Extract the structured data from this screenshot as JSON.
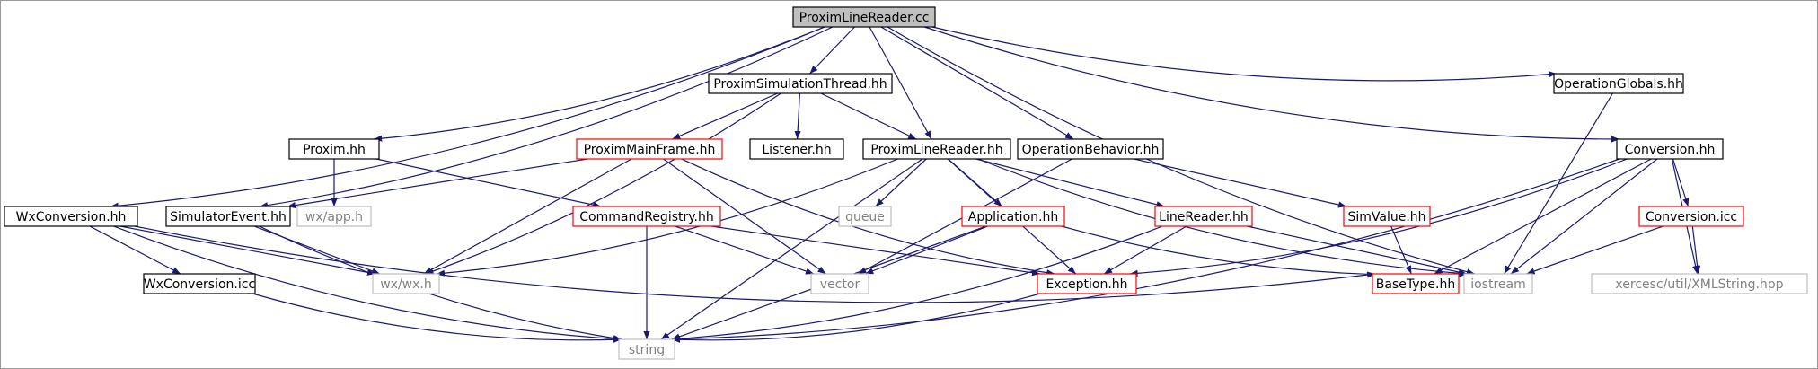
{
  "graph": {
    "nodes": [
      {
        "id": "root",
        "label": "ProximLineReader.cc",
        "style": "root"
      },
      {
        "id": "pst",
        "label": "ProximSimulationThread.hh",
        "style": "black"
      },
      {
        "id": "og",
        "label": "OperationGlobals.hh",
        "style": "black"
      },
      {
        "id": "proxim",
        "label": "Proxim.hh",
        "style": "black"
      },
      {
        "id": "pmf",
        "label": "ProximMainFrame.hh",
        "style": "red"
      },
      {
        "id": "listener",
        "label": "Listener.hh",
        "style": "black"
      },
      {
        "id": "plrhh",
        "label": "ProximLineReader.hh",
        "style": "black"
      },
      {
        "id": "opbeh",
        "label": "OperationBehavior.hh",
        "style": "black"
      },
      {
        "id": "convhh",
        "label": "Conversion.hh",
        "style": "black"
      },
      {
        "id": "wxconv",
        "label": "WxConversion.hh",
        "style": "black"
      },
      {
        "id": "simevt",
        "label": "SimulatorEvent.hh",
        "style": "black"
      },
      {
        "id": "wxapp",
        "label": "wx/app.h",
        "style": "gray"
      },
      {
        "id": "cmdreg",
        "label": "CommandRegistry.hh",
        "style": "red"
      },
      {
        "id": "queue",
        "label": "queue",
        "style": "gray"
      },
      {
        "id": "app",
        "label": "Application.hh",
        "style": "red"
      },
      {
        "id": "linereader",
        "label": "LineReader.hh",
        "style": "red"
      },
      {
        "id": "simvalue",
        "label": "SimValue.hh",
        "style": "red"
      },
      {
        "id": "convicc",
        "label": "Conversion.icc",
        "style": "red"
      },
      {
        "id": "wxconvicc",
        "label": "WxConversion.icc",
        "style": "black"
      },
      {
        "id": "wxwx",
        "label": "wx/wx.h",
        "style": "gray"
      },
      {
        "id": "vector",
        "label": "vector",
        "style": "gray"
      },
      {
        "id": "exception",
        "label": "Exception.hh",
        "style": "red"
      },
      {
        "id": "basetype",
        "label": "BaseType.hh",
        "style": "red"
      },
      {
        "id": "iostream",
        "label": "iostream",
        "style": "gray"
      },
      {
        "id": "xerces",
        "label": "xercesc/util/XMLString.hpp",
        "style": "gray"
      },
      {
        "id": "string",
        "label": "string",
        "style": "gray"
      }
    ],
    "edges": [
      [
        "root",
        "pst"
      ],
      [
        "root",
        "og"
      ],
      [
        "root",
        "proxim"
      ],
      [
        "root",
        "plrhh"
      ],
      [
        "root",
        "opbeh"
      ],
      [
        "root",
        "convhh"
      ],
      [
        "root",
        "wxconv"
      ],
      [
        "root",
        "simevt"
      ],
      [
        "root",
        "iostream"
      ],
      [
        "pst",
        "pmf"
      ],
      [
        "pst",
        "listener"
      ],
      [
        "pst",
        "plrhh"
      ],
      [
        "pst",
        "wxwx"
      ],
      [
        "og",
        "iostream"
      ],
      [
        "proxim",
        "wxapp"
      ],
      [
        "proxim",
        "cmdreg"
      ],
      [
        "pmf",
        "simevt"
      ],
      [
        "pmf",
        "wxwx"
      ],
      [
        "pmf",
        "vector"
      ],
      [
        "pmf",
        "exception"
      ],
      [
        "plrhh",
        "queue"
      ],
      [
        "plrhh",
        "app"
      ],
      [
        "plrhh",
        "linereader"
      ],
      [
        "plrhh",
        "exception"
      ],
      [
        "plrhh",
        "wxwx"
      ],
      [
        "plrhh",
        "string"
      ],
      [
        "plrhh",
        "iostream"
      ],
      [
        "opbeh",
        "simvalue"
      ],
      [
        "opbeh",
        "vector"
      ],
      [
        "convhh",
        "convicc"
      ],
      [
        "convhh",
        "basetype"
      ],
      [
        "convhh",
        "exception"
      ],
      [
        "convhh",
        "iostream"
      ],
      [
        "convhh",
        "xerces"
      ],
      [
        "convhh",
        "string"
      ],
      [
        "wxconv",
        "wxconvicc"
      ],
      [
        "wxconv",
        "wxwx"
      ],
      [
        "wxconv",
        "basetype"
      ],
      [
        "wxconv",
        "string"
      ],
      [
        "simevt",
        "wxwx"
      ],
      [
        "simevt",
        "string"
      ],
      [
        "cmdreg",
        "vector"
      ],
      [
        "cmdreg",
        "exception"
      ],
      [
        "cmdreg",
        "string"
      ],
      [
        "app",
        "vector"
      ],
      [
        "app",
        "iostream"
      ],
      [
        "app",
        "string"
      ],
      [
        "linereader",
        "exception"
      ],
      [
        "linereader",
        "iostream"
      ],
      [
        "linereader",
        "string"
      ],
      [
        "simvalue",
        "basetype"
      ],
      [
        "convicc",
        "iostream"
      ],
      [
        "convicc",
        "xerces"
      ],
      [
        "wxconvicc",
        "string"
      ],
      [
        "exception",
        "string"
      ]
    ],
    "colors": {
      "edge": "#191970",
      "root_fill": "#bfbfbf",
      "black_border": "#000000",
      "red_border": "#ff0000",
      "gray_border": "#bfbfbf",
      "gray_text": "#808080",
      "text": "#000000",
      "frame": "#999999"
    }
  }
}
